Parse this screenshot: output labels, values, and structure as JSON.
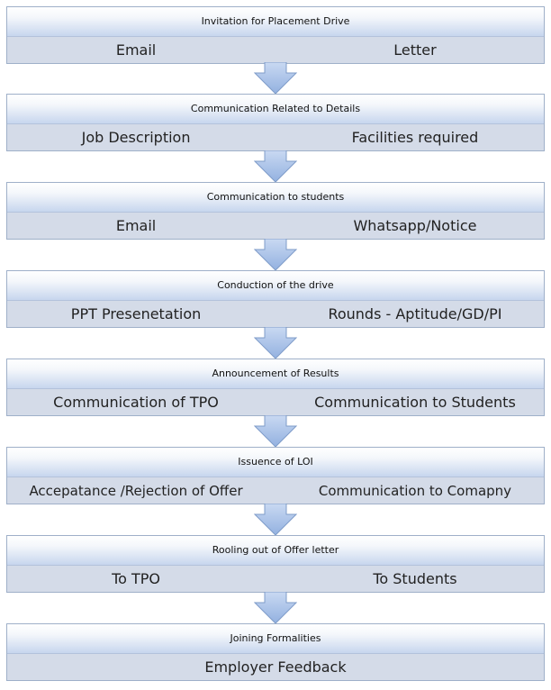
{
  "stages": [
    {
      "title": "Invitation for Placement Drive",
      "items": [
        "Email",
        "Letter"
      ]
    },
    {
      "title": "Communication Related to Details",
      "items": [
        "Job Description",
        "Facilities required"
      ]
    },
    {
      "title": "Communication to students",
      "items": [
        "Email",
        "Whatsapp/Notice"
      ]
    },
    {
      "title": "Conduction of the drive",
      "items": [
        "PPT Presenetation",
        "Rounds - Aptitude/GD/PI"
      ]
    },
    {
      "title": "Announcement of Results",
      "items": [
        "Communication of TPO",
        "Communication to Students"
      ]
    },
    {
      "title": "Issuence of LOI",
      "items": [
        "Accepatance /Rejection of Offer",
        "Communication to Comapny"
      ]
    },
    {
      "title": "Rooling out of Offer letter",
      "items": [
        "To TPO",
        "To Students"
      ]
    },
    {
      "title": "Joining Formalities",
      "items": [
        "Employer Feedback"
      ]
    }
  ],
  "colors": {
    "stage_border": "#9fb0c9",
    "stage_body": "#d4dbe8",
    "arrow_fill": "#a8c1e8",
    "arrow_stroke": "#7f9cc9"
  }
}
